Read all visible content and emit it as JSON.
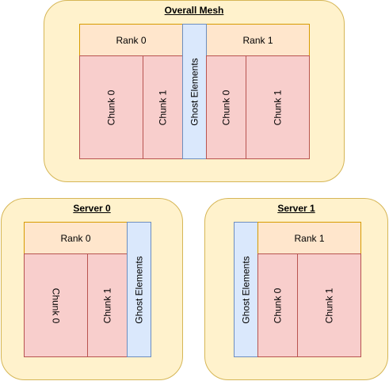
{
  "overall": {
    "title": "Overall Mesh",
    "rank0": "Rank 0",
    "rank1": "Rank 1",
    "chunk0_a": "Chunk 0",
    "chunk1_a": "Chunk 1",
    "ghost": "Ghost Elements",
    "chunk0_b": "Chunk 0",
    "chunk1_b": "Chunk 1"
  },
  "server0": {
    "title": "Server 0",
    "rank0": "Rank 0",
    "chunk0": "Chunk 0",
    "chunk1": "Chunk 1",
    "ghost": "Ghost Elements"
  },
  "server1": {
    "title": "Server 1",
    "rank1": "Rank 1",
    "ghost": "Ghost Elements",
    "chunk0": "Chunk 0",
    "chunk1": "Chunk 1"
  },
  "colors": {
    "group_fill": "#fff2cc",
    "group_stroke": "#d6b656",
    "rank_fill": "#ffe6cc",
    "rank_stroke": "#d79b00",
    "chunk_fill": "#f8cecc",
    "chunk_stroke": "#b85450",
    "ghost_fill": "#dae8fc",
    "ghost_stroke": "#6c8ebf"
  }
}
